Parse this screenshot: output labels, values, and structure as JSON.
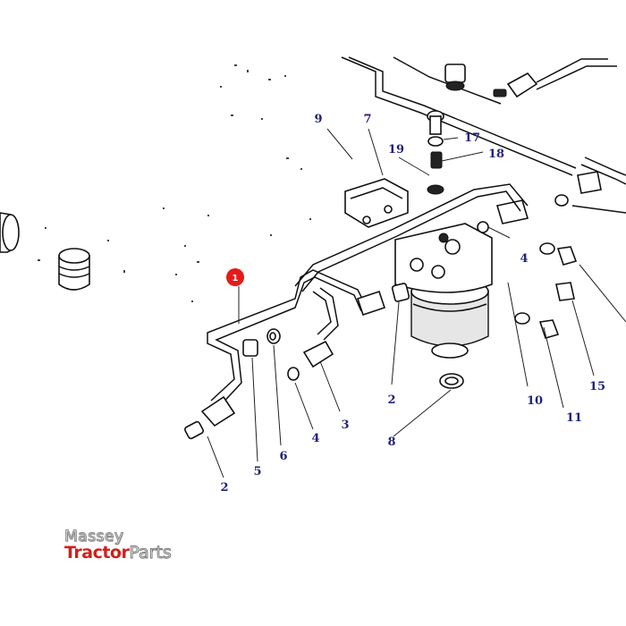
{
  "diagram": {
    "highlight_color": "#e31b1b",
    "label_color": "#23237a",
    "highlighted_part": {
      "id": "part-1",
      "label": "1"
    },
    "callouts": [
      {
        "id": "part-2a",
        "label": "2"
      },
      {
        "id": "part-2b",
        "label": "2"
      },
      {
        "id": "part-3",
        "label": "3"
      },
      {
        "id": "part-4a",
        "label": "4"
      },
      {
        "id": "part-4b",
        "label": "4"
      },
      {
        "id": "part-5",
        "label": "5"
      },
      {
        "id": "part-6",
        "label": "6"
      },
      {
        "id": "part-7",
        "label": "7"
      },
      {
        "id": "part-8",
        "label": "8"
      },
      {
        "id": "part-9",
        "label": "9"
      },
      {
        "id": "part-10",
        "label": "10"
      },
      {
        "id": "part-11",
        "label": "11"
      },
      {
        "id": "part-15",
        "label": "15"
      },
      {
        "id": "part-17",
        "label": "17"
      },
      {
        "id": "part-18",
        "label": "18"
      },
      {
        "id": "part-19",
        "label": "19"
      }
    ]
  },
  "logo": {
    "line1": "Massey",
    "line2_bold": "Tractor",
    "line2_light": "Parts"
  }
}
